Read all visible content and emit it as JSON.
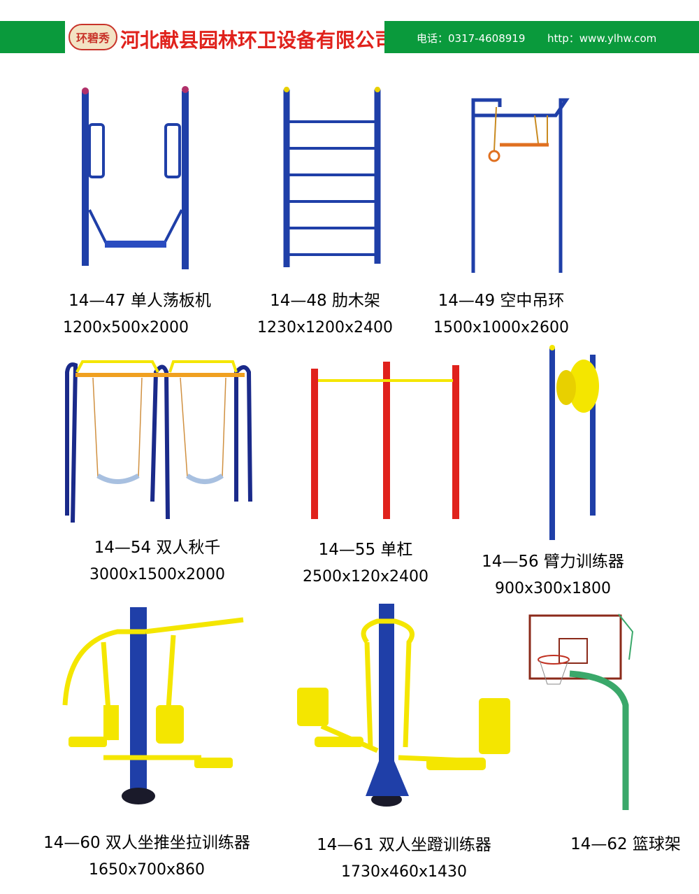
{
  "header": {
    "logo_text": "环碧秀",
    "company": "河北献县园林环卫设备有限公司",
    "phone": "电话：0317-4608919",
    "website": "http：www.ylhw.com"
  },
  "products": [
    {
      "code": "14—47  单人荡板机",
      "size": "1200x500x2000"
    },
    {
      "code": "14—48  肋木架",
      "size": "1230x1200x2400"
    },
    {
      "code": "14—49  空中吊环",
      "size": "1500x1000x2600"
    },
    {
      "code": "14—54  双人秋千",
      "size": "3000x1500x2000"
    },
    {
      "code": "14—55  单杠",
      "size": "2500x120x2400"
    },
    {
      "code": "14—56  臂力训练器",
      "size": "900x300x1800"
    },
    {
      "code": "14—60  双人坐推坐拉训练器",
      "size": "1650x700x860"
    },
    {
      "code": "14—61  双人坐蹬训练器",
      "size": "1730x460x1430"
    },
    {
      "code": "14—62  篮球架",
      "size": ""
    }
  ],
  "colors": {
    "green": "#0a9a3c",
    "red": "#e0221c",
    "blue": "#1f3fa8",
    "yellow": "#f4e600"
  }
}
